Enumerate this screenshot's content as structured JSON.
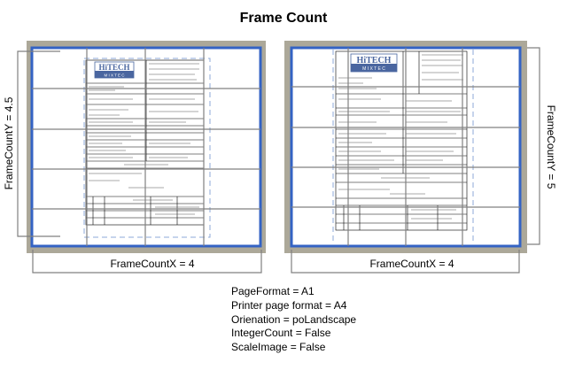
{
  "title": "Frame Count",
  "left_panel": {
    "x_label": "FrameCountX = 4",
    "y_label": "FrameCountY = 4.5",
    "logo_line1": "HiTECH",
    "logo_line2": "M I X T E C"
  },
  "right_panel": {
    "x_label": "FrameCountX = 4",
    "y_label": "FrameCountY = 5",
    "logo_line1": "HiTECH",
    "logo_line2": "M I X T E C"
  },
  "settings": [
    "PageFormat = A1",
    "Printer page format = A4",
    "Orienation = poLandscape",
    "IntegerCount = False",
    "ScaleImage = False"
  ],
  "colors": {
    "frame_outer": "#ACA899",
    "page_border": "#3463C4",
    "grid": "#808080",
    "printable_dash": "#8CA8D8",
    "logo_band": "#4A66A0"
  }
}
